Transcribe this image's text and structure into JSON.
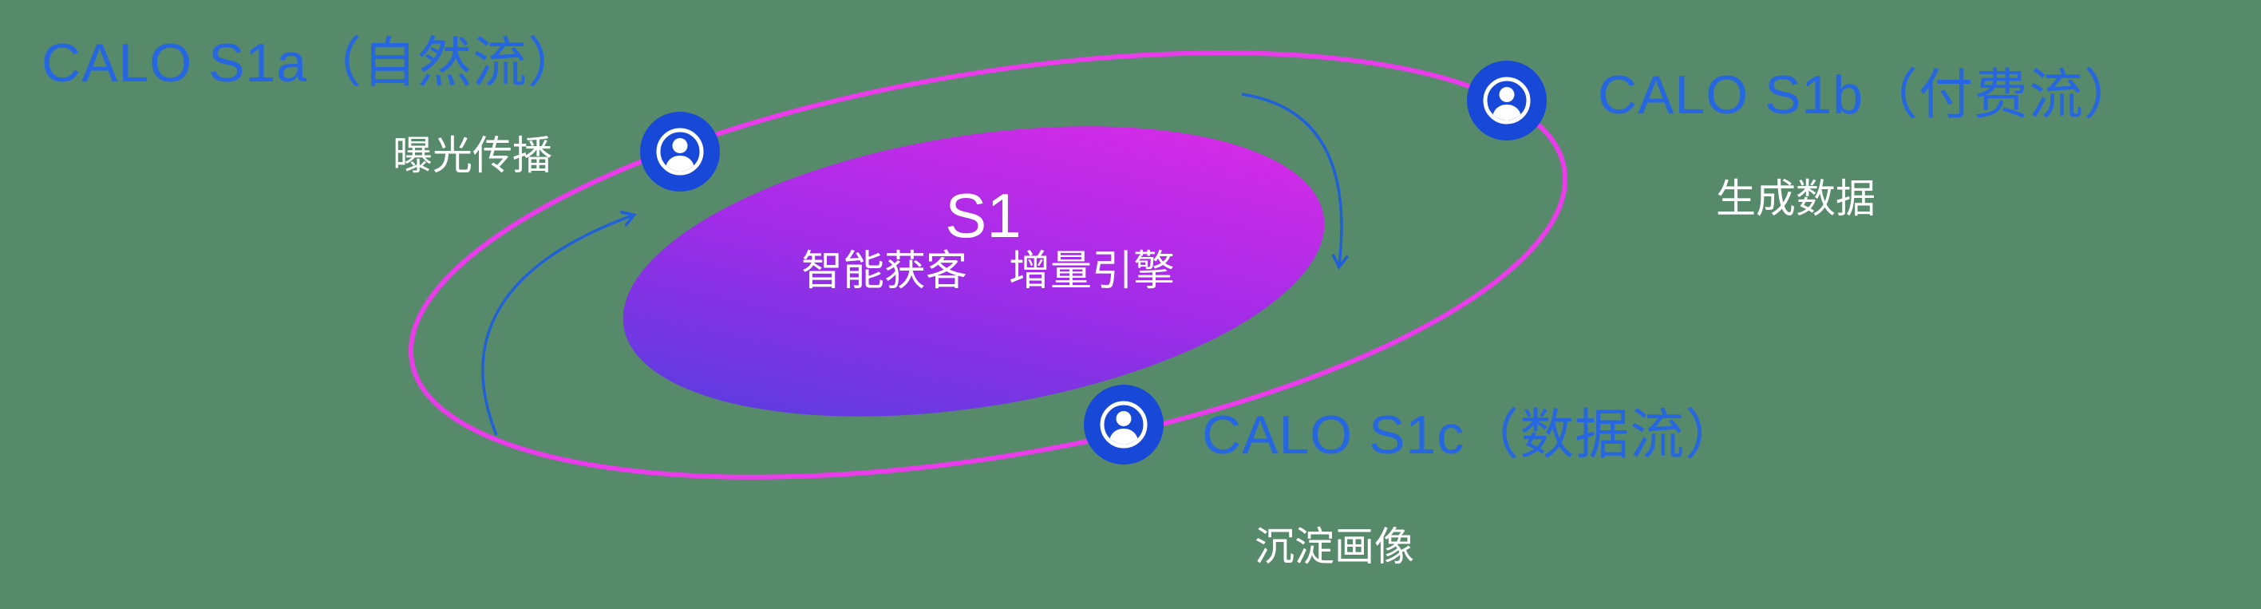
{
  "diagram": {
    "center": {
      "title": "S1",
      "subtitle": "智能获客　增量引擎"
    },
    "nodes": [
      {
        "title": "CALO S1a（自然流）",
        "subtitle": "曝光传播",
        "icon": "user-in-circle-icon"
      },
      {
        "title": "CALO S1b（付费流）",
        "subtitle": "生成数据",
        "icon": "user-in-circle-icon"
      },
      {
        "title": "CALO S1c（数据流）",
        "subtitle": "沉淀画像",
        "icon": "user-in-circle-icon"
      }
    ],
    "colors": {
      "background": "#578A6B",
      "label_blue": "#2666E0",
      "orbit_ring": "#EA3CEA",
      "node_circle": "#1848D8",
      "center_gradient_start": "#4741DD",
      "center_gradient_mid": "#A12CE8",
      "center_gradient_end": "#E62BE6",
      "arrow": "#2060D8",
      "subtitle_text": "#FFFFFF"
    }
  }
}
